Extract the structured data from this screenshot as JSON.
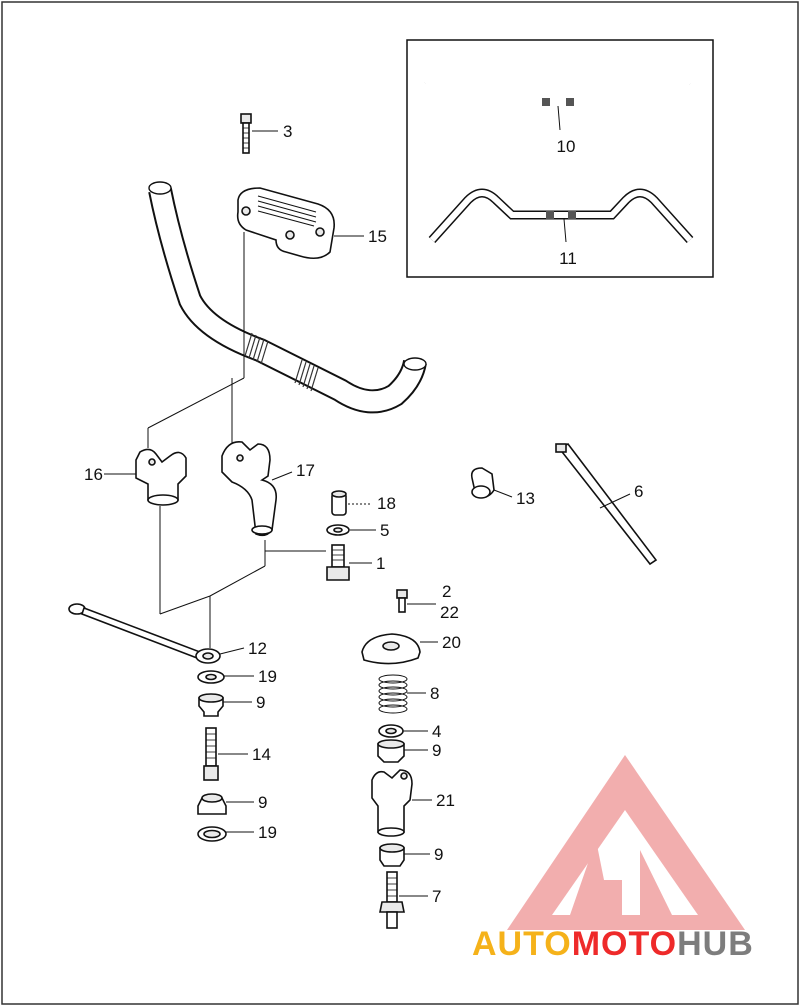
{
  "diagram": {
    "callouts": {
      "c1": "1",
      "c2": "2",
      "c3": "3",
      "c4": "4",
      "c5": "5",
      "c6": "6",
      "c7": "7",
      "c8": "8",
      "c9a": "9",
      "c9b": "9",
      "c9c": "9",
      "c9d": "9",
      "c10": "10",
      "c11": "11",
      "c12": "12",
      "c13": "13",
      "c14": "14",
      "c15": "15",
      "c16": "16",
      "c17": "17",
      "c18": "18",
      "c19a": "19",
      "c19b": "19",
      "c20": "20",
      "c21": "21",
      "c22": "22"
    }
  },
  "watermark": {
    "part1": "AUTO",
    "part2": "MOTO",
    "part3": "HUB",
    "colors": {
      "orange": "#f5b21a",
      "red": "#ee2a2a",
      "gray": "#7d7d7d",
      "logo": "#f0a0a0"
    }
  }
}
